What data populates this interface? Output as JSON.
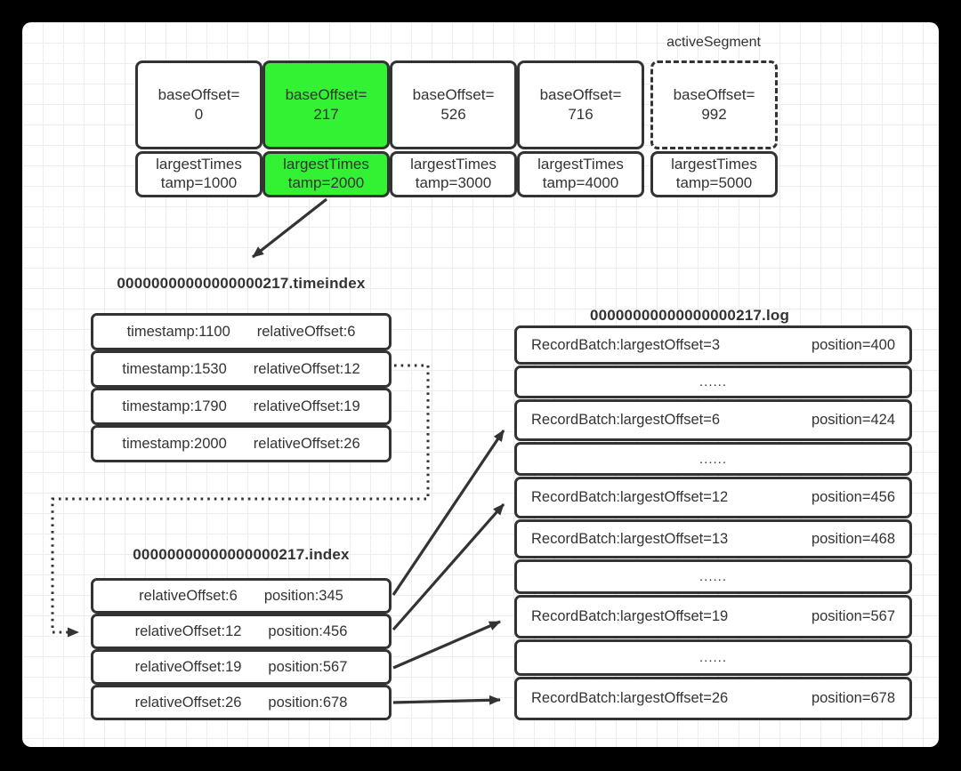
{
  "colors": {
    "highlight_green": "#33f233",
    "highlight_cyan": "#15e8e0",
    "stroke": "#333333",
    "text": "#333333",
    "grid": "#ededed",
    "page_background": "#ffffff",
    "outer_background": "#000000"
  },
  "segments": {
    "active_label": "activeSegment",
    "items": [
      {
        "base": "baseOffset=\n0",
        "ts": "largestTimes\ntamp=1000",
        "highlight": "none",
        "dashed": false
      },
      {
        "base": "baseOffset=\n217",
        "ts": "largestTimes\ntamp=2000",
        "highlight": "green",
        "dashed": false
      },
      {
        "base": "baseOffset=\n526",
        "ts": "largestTimes\ntamp=3000",
        "highlight": "none",
        "dashed": false
      },
      {
        "base": "baseOffset=\n716",
        "ts": "largestTimes\ntamp=4000",
        "highlight": "none",
        "dashed": false
      },
      {
        "base": "baseOffset=\n992",
        "ts": "largestTimes\ntamp=5000",
        "highlight": "none",
        "dashed": true
      }
    ]
  },
  "timeindex": {
    "title": "00000000000000000217.timeindex",
    "rows": [
      {
        "left": "timestamp:1100",
        "right": "relativeOffset:6",
        "highlight": "none"
      },
      {
        "left": "timestamp:1530",
        "right": "relativeOffset:12",
        "highlight": "green"
      },
      {
        "left": "timestamp:1790",
        "right": "relativeOffset:19",
        "highlight": "none"
      },
      {
        "left": "timestamp:2000",
        "right": "relativeOffset:26",
        "highlight": "none"
      }
    ]
  },
  "index": {
    "title": "00000000000000000217.index",
    "rows": [
      {
        "left": "relativeOffset:6",
        "right": "position:345",
        "highlight": "none"
      },
      {
        "left": "relativeOffset:12",
        "right": "position:456",
        "highlight": "green"
      },
      {
        "left": "relativeOffset:19",
        "right": "position:567",
        "highlight": "none"
      },
      {
        "left": "relativeOffset:26",
        "right": "position:678",
        "highlight": "none"
      }
    ]
  },
  "log": {
    "title": "00000000000000000217.log",
    "rows": [
      {
        "left": "RecordBatch:largestOffset=3",
        "right": "position=400",
        "highlight": "none"
      },
      {
        "dots": "......"
      },
      {
        "left": "RecordBatch:largestOffset=6",
        "right": "position=424",
        "highlight": "none"
      },
      {
        "dots": "......"
      },
      {
        "left": "RecordBatch:largestOffset=12",
        "right": "position=456",
        "highlight": "green"
      },
      {
        "left": "RecordBatch:largestOffset=13",
        "right": "position=468",
        "highlight": "cyan"
      },
      {
        "dots": "......"
      },
      {
        "left": "RecordBatch:largestOffset=19",
        "right": "position=567",
        "highlight": "none"
      },
      {
        "dots": "......"
      },
      {
        "left": "RecordBatch:largestOffset=26",
        "right": "position=678",
        "highlight": "none"
      }
    ]
  }
}
